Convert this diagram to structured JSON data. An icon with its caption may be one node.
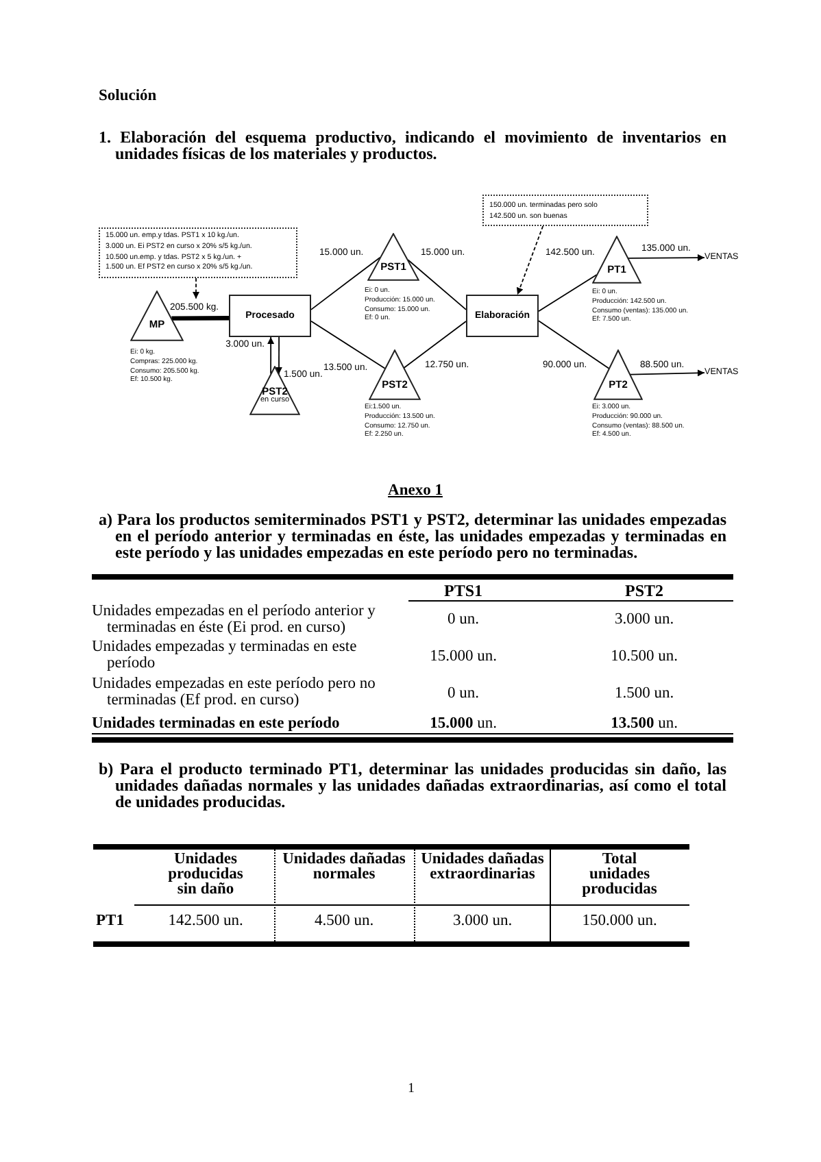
{
  "diagram": {
    "title": "Solución",
    "nodes": [
      {
        "text": [
          "15.000 un. emp.y tdas. PST1 x 10 kg./un.",
          "3.000 un. Ei PST2 en curso x 20% s/5 kg./un.",
          "10.500 un.emp. y tdas. PST2 x 5 kg./un. +",
          "1.500 un. Ef PST2 en curso x 20% s/5 kg./un."
        ]
      },
      {
        "text": [
          "MP"
        ],
        "beside": [
          "Ei: 0 kg.",
          "Compras: 225.000 kg.",
          "Consumo: 205.500 kg.",
          "Ef: 10.500 kg."
        ]
      },
      {
        "text": [
          "Procesado"
        ]
      },
      {
        "text": [
          "PST2",
          "en curso"
        ]
      },
      {
        "text": [
          "PST1"
        ],
        "beside": [
          "Ei: 0 un.",
          "Producción: 15.000 un.",
          "Consumo: 15.000 un.",
          "Ef: 0 un."
        ]
      },
      {
        "text": [
          "PST2"
        ],
        "beside": [
          "Ei:1.500 un.",
          "Producción: 13.500 un.",
          "Consumo: 12.750 un.",
          "Ef: 2.250 un."
        ]
      },
      {
        "text": [
          "150.000 un. terminadas pero solo 142.500 un. son buenas"
        ]
      },
      {
        "text": [
          "Elaboración"
        ]
      },
      {
        "text": [
          "PT1"
        ],
        "beside": [
          "Ei: 0 un.",
          "Producción: 142.500 un.",
          "Consumo (ventas): 135.000 un.",
          "Ef: 7.500 un."
        ]
      },
      {
        "text": [
          "PT2"
        ],
        "beside": [
          "Ei: 3.000 un.",
          "Producción: 90.000 un.",
          "Consumo (ventas): 88.500 un.",
          "Ef: 4.500 un."
        ]
      },
      {
        "text": [
          "VENTAS"
        ]
      },
      {
        "text": [
          "VENTAS"
        ]
      }
    ],
    "edges": [
      {
        "from": 0,
        "to": null,
        "arrow": "to",
        "style": "dashed"
      },
      {
        "from": 1,
        "to": 2,
        "arrow": "none",
        "label": "205.500 kg.",
        "style": "thick"
      },
      {
        "from": 3,
        "to": 2,
        "arrow": "to",
        "label": "3.000 un."
      },
      {
        "from": 2,
        "to": 3,
        "arrow": "to",
        "label": "1.500 un."
      },
      {
        "from": 2,
        "to": 4,
        "arrow": "none",
        "label": "15.000 un."
      },
      {
        "from": 2,
        "to": 5,
        "arrow": "none",
        "label": "13.500 un."
      },
      {
        "from": 4,
        "to": 7,
        "arrow": "none",
        "label": "15.000 un."
      },
      {
        "from": 5,
        "to": 7,
        "arrow": "none",
        "label": "12.750 un."
      },
      {
        "from": 6,
        "to": 7,
        "arrow": "to",
        "style": "dashed"
      },
      {
        "from": 7,
        "to": 8,
        "arrow": "none",
        "label": "142.500 un."
      },
      {
        "from": 7,
        "to": 9,
        "arrow": "none",
        "label": "90.000 un."
      },
      {
        "from": 8,
        "to": 10,
        "arrow": "to",
        "label": "135.000 un."
      },
      {
        "from": 9,
        "to": 11,
        "arrow": "to",
        "label": "88.500 un."
      }
    ],
    "labels": [
      "1. Elaboración del esquema productivo, indicando el movimiento de inventarios en unidades físicas de los materiales y productos.",
      "Anexo 1",
      "a) Para los productos semiterminados PST1 y PST2, determinar las unidades empezadas en el período anterior y terminadas en éste, las unidades empezadas y terminadas en este período y las unidades empezadas en este período pero no terminadas.",
      "PTS1",
      "PST2",
      "Unidades empezadas en el período anterior y terminadas en éste (Ei prod. en curso)",
      "0 un.",
      "3.000 un.",
      "Unidades empezadas y terminadas en este período",
      "15.000 un.",
      "10.500 un.",
      "Unidades empezadas en este período pero no terminadas (Ef prod. en curso)",
      "0 un.",
      "1.500 un.",
      "Unidades terminadas en este período",
      "**15.000** un.",
      "**13.500** un.",
      "b) Para el producto terminado PT1, determinar las unidades producidas sin daño, las unidades dañadas normales y las unidades dañadas extraordinarias, así como el total de unidades producidas.",
      "Unidades producidas sin daño",
      "Unidades dañadas normales",
      "Unidades dañadas extraordinarias",
      "Total unidades producidas",
      "PT1",
      "142.500 un.",
      "4.500 un.",
      "3.000 un.",
      "150.000 un.",
      "1"
    ]
  }
}
